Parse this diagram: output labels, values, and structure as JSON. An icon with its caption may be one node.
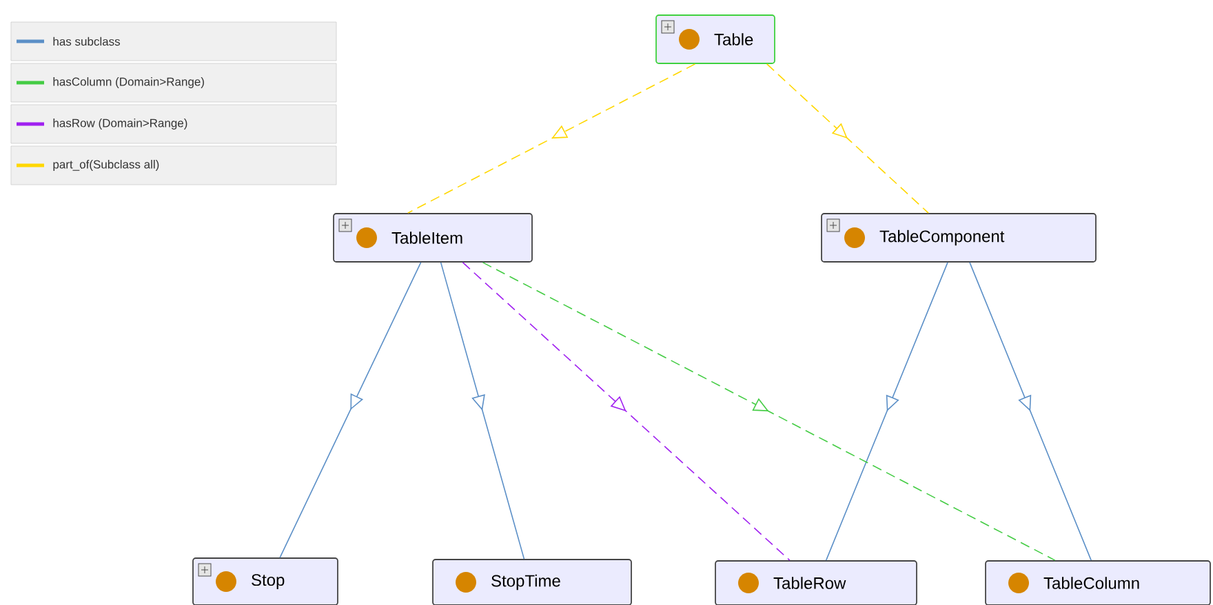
{
  "diagram": {
    "nodes": [
      {
        "text": [
          "Table"
        ]
      },
      {
        "text": [
          "TableItem"
        ]
      },
      {
        "text": [
          "TableComponent"
        ]
      },
      {
        "text": [
          "Stop"
        ]
      },
      {
        "text": [
          "StopTime"
        ]
      },
      {
        "text": [
          "TableRow"
        ]
      },
      {
        "text": [
          "TableColumn"
        ]
      }
    ],
    "edges": [
      {
        "from": 0,
        "to": 1,
        "arrow": "to",
        "style": "dashed",
        "color": "#ffd700"
      },
      {
        "from": 0,
        "to": 2,
        "arrow": "to",
        "style": "dashed",
        "color": "#ffd700"
      },
      {
        "from": 1,
        "to": 3,
        "arrow": "to"
      },
      {
        "from": 1,
        "to": 4,
        "arrow": "to"
      },
      {
        "from": 2,
        "to": 5,
        "arrow": "to"
      },
      {
        "from": 2,
        "to": 6,
        "arrow": "to"
      },
      {
        "from": 1,
        "to": 5,
        "arrow": "to",
        "style": "dashed",
        "color": "#a020f0"
      },
      {
        "from": 1,
        "to": 6,
        "arrow": "to",
        "style": "dashed",
        "color": "#44cc44"
      }
    ],
    "legend": [
      {
        "text": "has subclass",
        "color": "#5b8fc7"
      },
      {
        "text": "hasColumn (Domain>Range)",
        "color": "#44cc44"
      },
      {
        "text": "hasRow (Domain>Range)",
        "color": "#a020f0"
      },
      {
        "text": "part_of(Subclass all)",
        "color": "#ffd700"
      }
    ]
  }
}
